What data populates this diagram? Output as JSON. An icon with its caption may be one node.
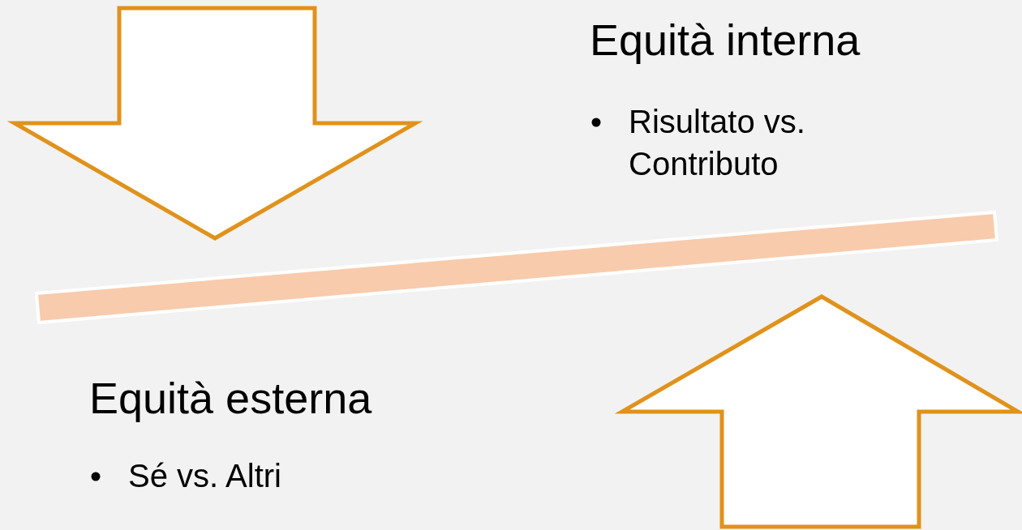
{
  "diagram": {
    "nodes": [
      {
        "text": [],
        "shape": "bar"
      }
    ],
    "labels": [
      "Equità interna",
      "Risultato vs. Contributo",
      "Equità esterna",
      "Sé vs. Altri"
    ]
  }
}
